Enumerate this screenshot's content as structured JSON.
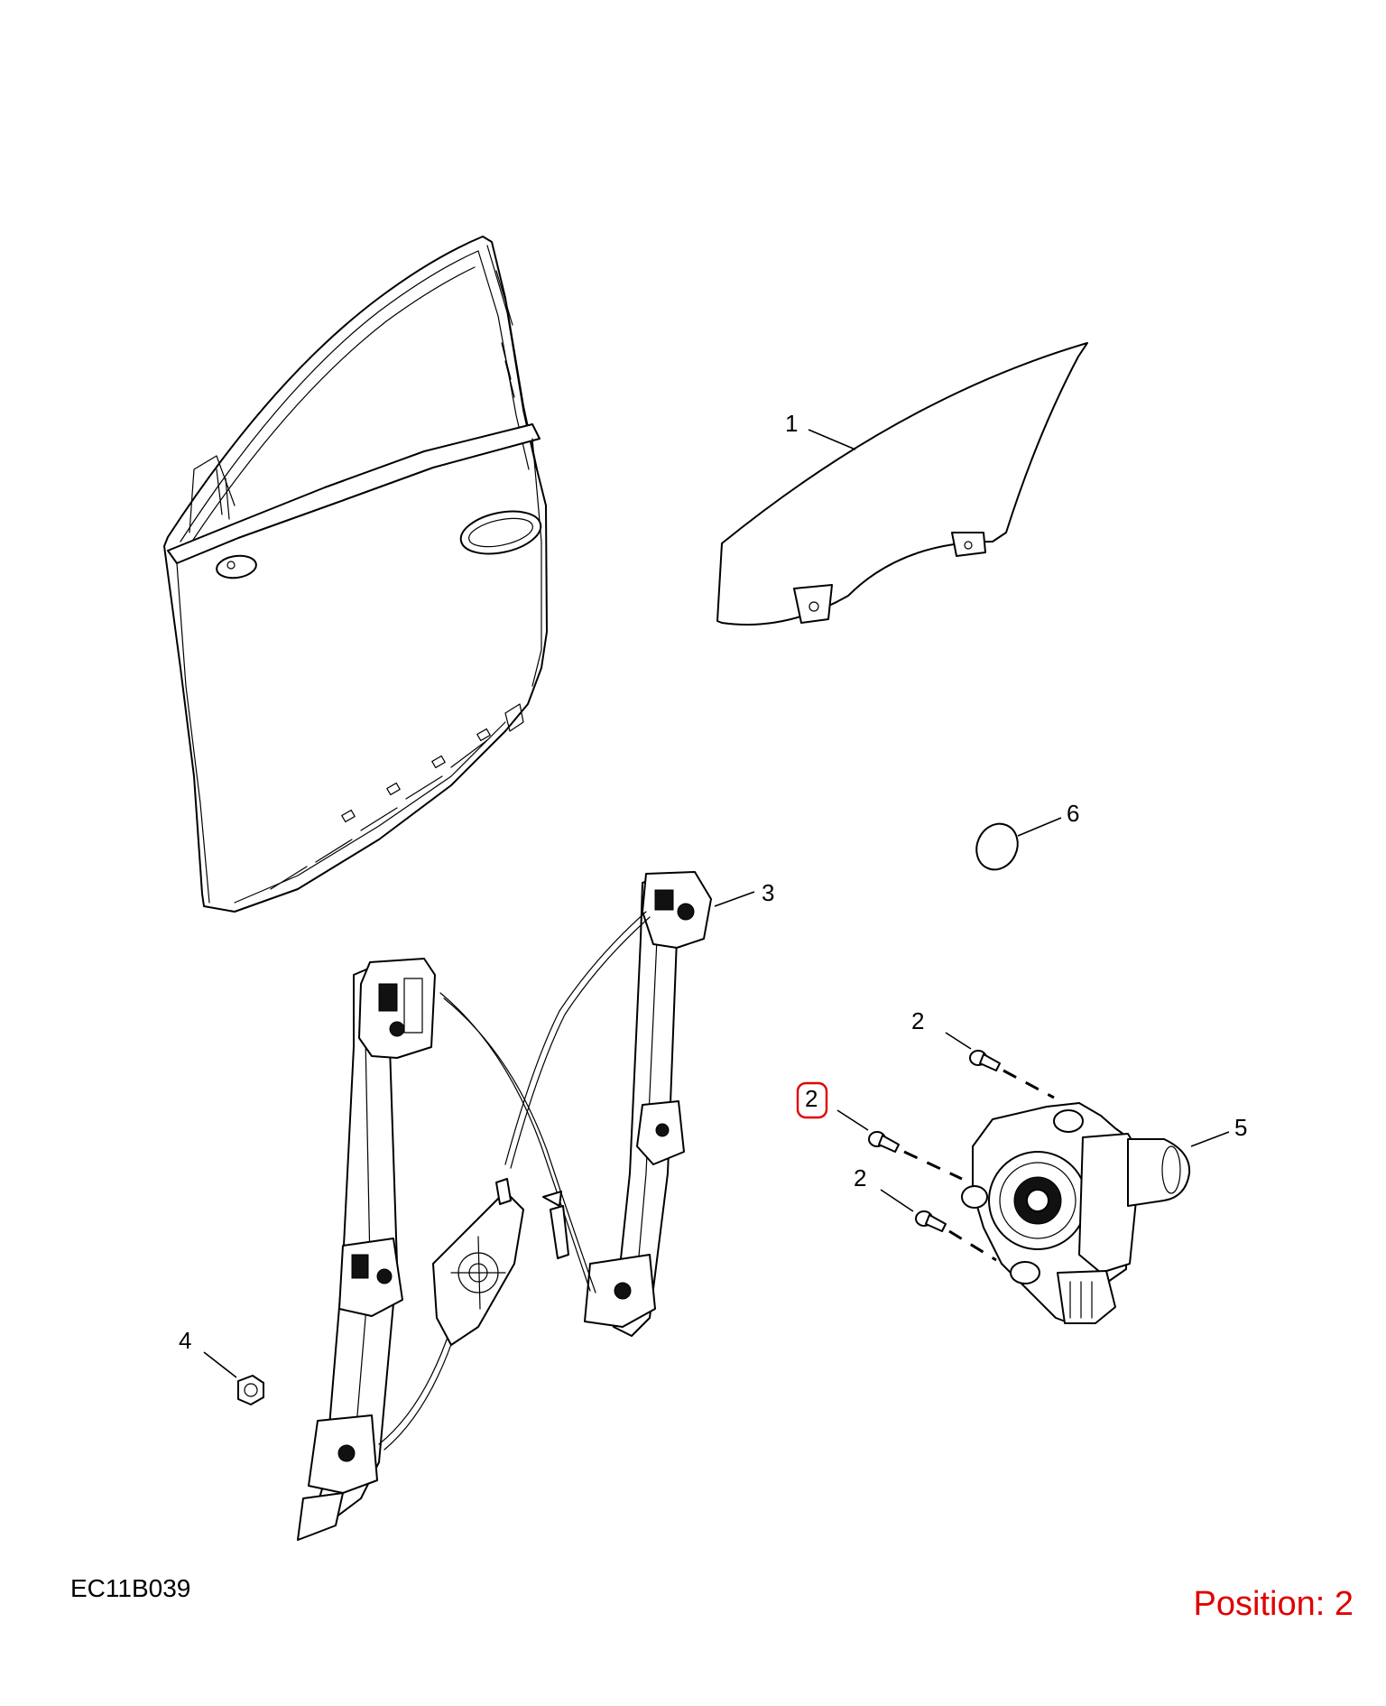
{
  "diagram_code": "EC11B039",
  "position_label": "Position: 2",
  "highlight_color": "#e00000",
  "callouts": {
    "glass": "1",
    "bolt_a": "2",
    "bolt_b": "2",
    "bolt_c": "2",
    "regulator": "3",
    "nut": "4",
    "motor": "5",
    "plug": "6"
  }
}
